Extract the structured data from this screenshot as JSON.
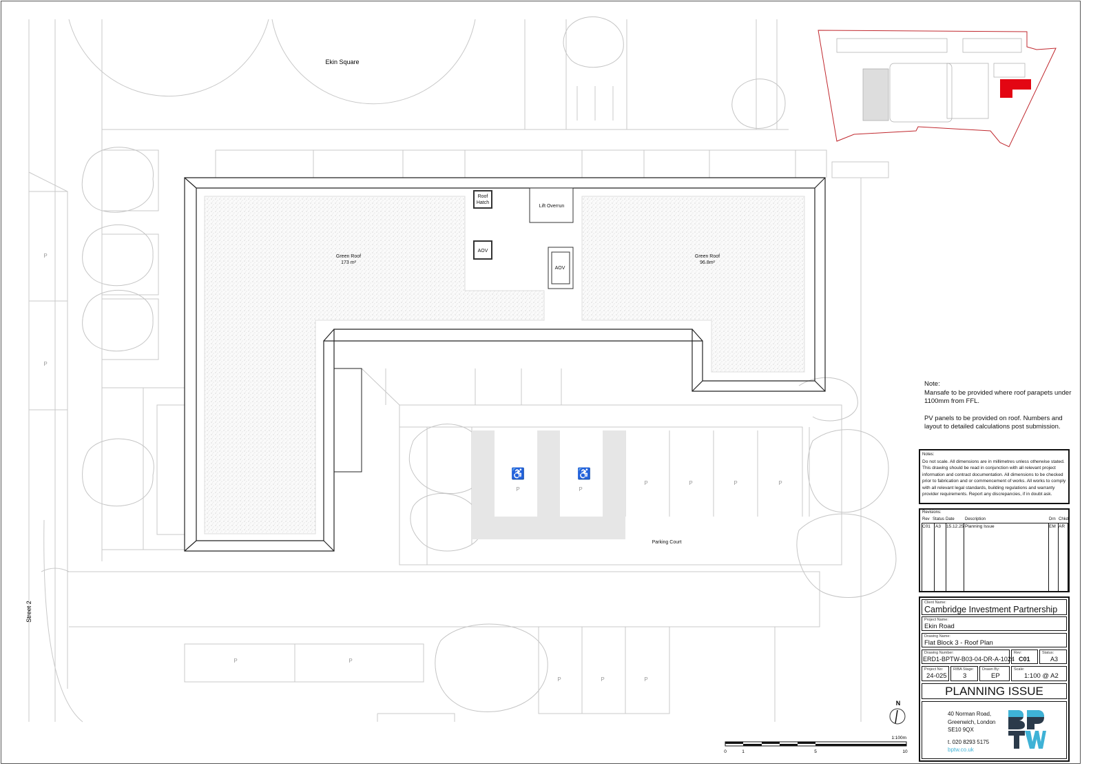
{
  "drawing": {
    "labels": {
      "ekin_square": "Ekin Square",
      "street_2": "Street 2",
      "parking_court": "Parking Court",
      "roof_hatch_line1": "Roof",
      "roof_hatch_line2": "Hatch",
      "lift_overrun": "Lift Overrun",
      "aov_1": "AOV",
      "aov_2": "AOV",
      "green_roof_left": "Green Roof",
      "green_roof_left_area": "173 m²",
      "green_roof_right": "Green Roof",
      "green_roof_right_area": "96.8m²",
      "parking_bay": "P",
      "north": "N"
    },
    "highlight_color": "#e30613",
    "site_boundary_color": "#c0272d"
  },
  "note": {
    "title": "Note:",
    "line1": "Mansafe to be provided where roof parapets under 1100mm from FFL.",
    "line2": "PV panels to be provided on roof. Numbers and layout to detailed calculations post submission."
  },
  "notes_box": {
    "title": "Notes:",
    "text": "Do not scale. All dimensions are in millimetres unless otherwise stated. This drawing should be read in conjunction with all relevant project information and contract documentation. All dimensions to be checked prior to fabrication and or commencement of works. All works to comply with all relevant legal standards, building regulations and warranty provider requirements. Report any discrepancies, if in doubt ask."
  },
  "revisions": {
    "title": "Revisions:",
    "headers": [
      "Rev",
      "Status",
      "Date",
      "Description",
      "Drn",
      "Chkd"
    ],
    "rows": [
      {
        "rev": "C01",
        "status": "A3",
        "date": "15.12.25",
        "description": "Planning Issue",
        "drn": "EM",
        "chkd": "AR"
      }
    ]
  },
  "title_block": {
    "client_label": "Client Name:",
    "client": "Cambridge Investment Partnership",
    "project_label": "Project Name:",
    "project": "Ekin Road",
    "drawing_name_label": "Drawing Name:",
    "drawing_name": "Flat Block 3 - Roof Plan",
    "drawing_number_label": "Drawing Number:",
    "drawing_number": "ERD1-BPTW-B03-04-DR-A-1024",
    "rev_label": "Rev:",
    "rev": "C01",
    "status_label": "Status:",
    "status": "A3",
    "project_no_label": "Project No:",
    "project_no": "24-025",
    "riba_label": "RIBA Stage:",
    "riba": "3",
    "drawn_by_label": "Drawn By:",
    "drawn_by": "EP",
    "scale_label": "Scale:",
    "scale": "1:100 @ A2",
    "issue": "PLANNING ISSUE"
  },
  "company": {
    "address1": "40 Norman Road,",
    "address2": "Greenwich, London",
    "address3": "SE10 9QX",
    "phone": "t. 020 8293 5175",
    "website": "bptw.co.uk",
    "logo_text": "BPTW",
    "logo_dark": "#2b3a4a",
    "logo_light": "#3fb2d6"
  },
  "scale_bar": {
    "title": "1:100m",
    "ticks": [
      "0",
      "1",
      "5",
      "10"
    ]
  }
}
